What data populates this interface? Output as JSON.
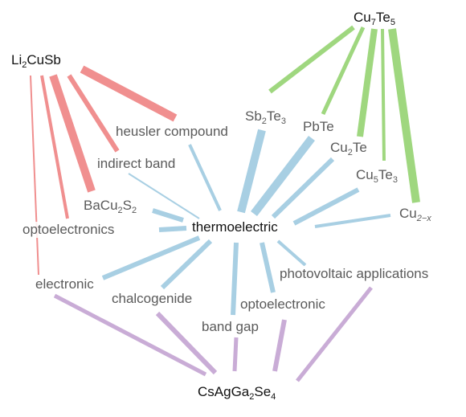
{
  "colors": {
    "salmon": "#f08f8f",
    "green": "#9fd77f",
    "blue": "#a8cfe3",
    "purple": "#c9acd6",
    "hub_text": "#111111",
    "node_text": "#5a5a5a"
  },
  "hubs": {
    "li2cusb": {
      "base": "Li",
      "s1": "2",
      "rest": "CuSb"
    },
    "cu7te5": {
      "base": "Cu",
      "s1": "7",
      "mid": "Te",
      "s2": "5"
    },
    "thermo": "thermoelectric",
    "csagga2se4": {
      "base": "CsAgGa",
      "s1": "2",
      "mid": "Se",
      "s2": "4"
    }
  },
  "nodes": {
    "heusler": "heusler compound",
    "sb2te3": {
      "base": "Sb",
      "s1": "2",
      "mid": "Te",
      "s2": "3"
    },
    "pbte": "PbTe",
    "cu2te": {
      "base": "Cu",
      "s1": "2",
      "rest": "Te"
    },
    "indirect": "indirect band",
    "cu5te3": {
      "base": "Cu",
      "s1": "5",
      "mid": "Te",
      "s2": "3"
    },
    "bacu2s2": {
      "base": "BaCu",
      "s1": "2",
      "mid": "S",
      "s2": "2"
    },
    "cu2x": {
      "base": "Cu",
      "s1": "2−x"
    },
    "optoelectronics": "optoelectronics",
    "electronic": "electronic",
    "chalcogenide": "chalcogenide",
    "photovoltaic": "photovoltaic applications",
    "optoelectronic": "optoelectronic",
    "bandgap": "band gap"
  }
}
